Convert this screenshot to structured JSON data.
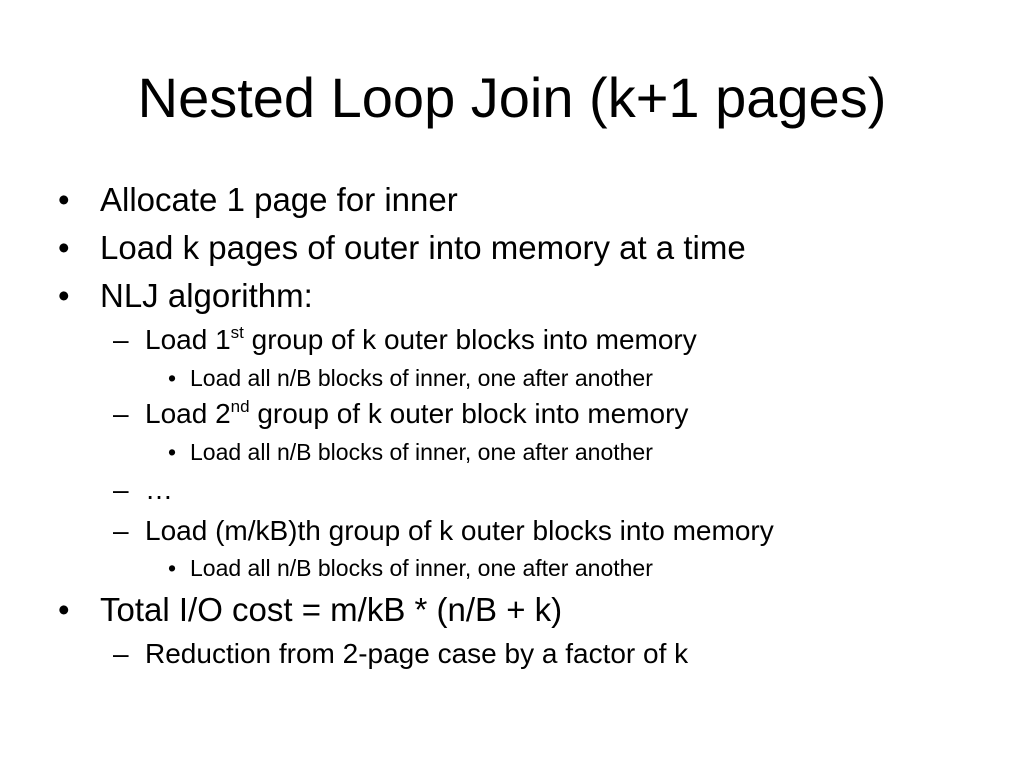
{
  "slide": {
    "title": "Nested Loop Join (k+1 pages)",
    "markers": {
      "bullet": "•",
      "dash": "–",
      "small_bullet": "•"
    },
    "items": [
      {
        "text": "Allocate 1 page for inner"
      },
      {
        "text": "Load k pages of outer into memory at a time"
      },
      {
        "text": "NLJ algorithm:"
      },
      {
        "pre": "Load 1",
        "sup": "st",
        "post": " group of k outer blocks into memory"
      },
      {
        "text": "Load all n/B blocks of inner, one after another"
      },
      {
        "pre": "Load 2",
        "sup": "nd",
        "post": " group of k outer block into memory"
      },
      {
        "text": "Load all n/B blocks of inner, one after another"
      },
      {
        "text": "…"
      },
      {
        "text": "Load (m/kB)th group of k outer blocks into memory"
      },
      {
        "text": "Load all n/B blocks of inner, one after another"
      },
      {
        "text": "Total I/O cost = m/kB * (n/B + k)"
      },
      {
        "text": "Reduction from 2-page case by a factor of k"
      }
    ]
  }
}
